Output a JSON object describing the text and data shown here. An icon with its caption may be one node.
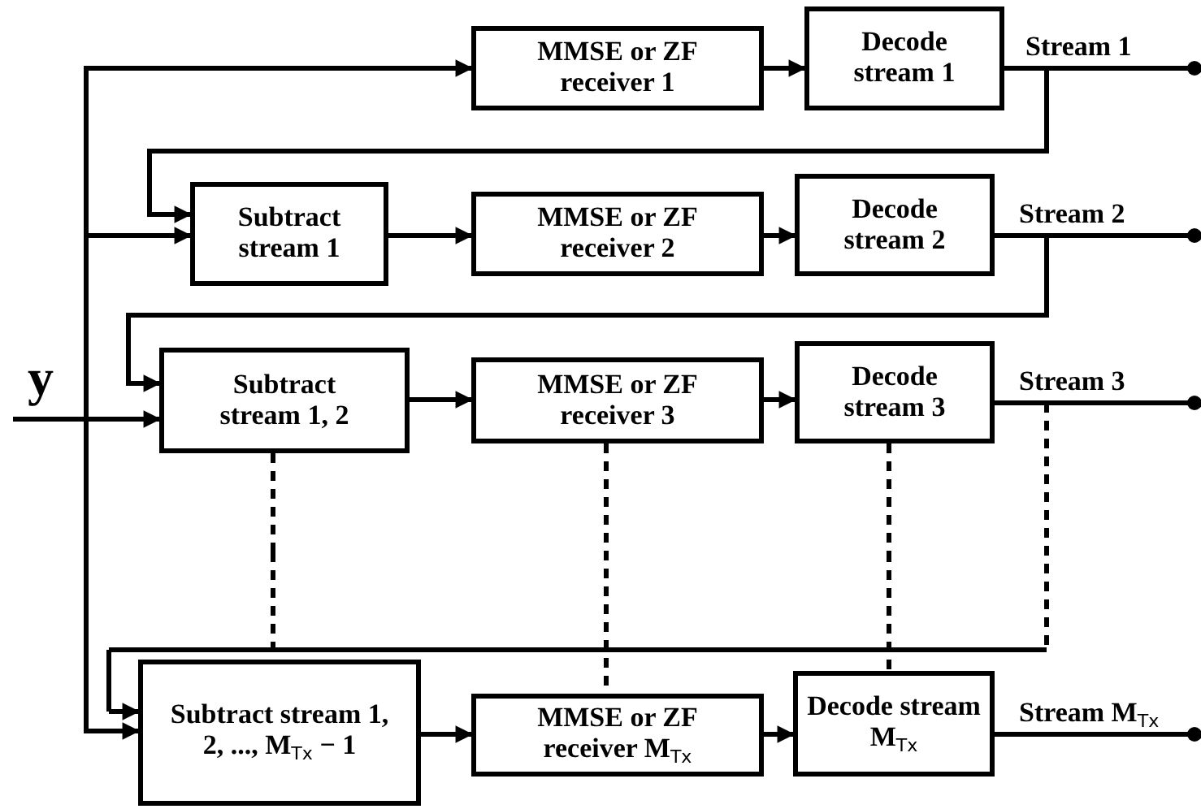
{
  "diagram": {
    "nodes": [
      {
        "text": [
          "y"
        ]
      },
      {
        "text": [
          "MMSE or ZF receiver 1"
        ]
      },
      {
        "text": [
          "Decode stream 1"
        ]
      },
      {
        "text": [
          "Subtract stream 1"
        ]
      },
      {
        "text": [
          "MMSE or ZF receiver 2"
        ]
      },
      {
        "text": [
          "Decode stream 2"
        ]
      },
      {
        "text": [
          "Subtract stream 1, 2"
        ]
      },
      {
        "text": [
          "MMSE or ZF receiver 3"
        ]
      },
      {
        "text": [
          "Decode stream 3"
        ]
      },
      {
        "text": [
          "Subtract stream 1, 2, ..., M$_{Tx}$ − 1"
        ]
      },
      {
        "text": [
          "MMSE or ZF receiver M$_{Tx}$"
        ]
      },
      {
        "text": [
          "Decode stream M$_{Tx}$"
        ]
      }
    ],
    "edges": [
      {
        "from": 0,
        "to": 1,
        "arrow": "to"
      },
      {
        "from": 0,
        "to": 3,
        "arrow": "to"
      },
      {
        "from": 0,
        "to": 6,
        "arrow": "to"
      },
      {
        "from": 0,
        "to": 9,
        "arrow": "to"
      },
      {
        "from": 1,
        "to": 2,
        "arrow": "to"
      },
      {
        "from": 2,
        "to": null,
        "arrow": "other",
        "label": "Stream 1"
      },
      {
        "from": 2,
        "to": 3,
        "arrow": "to"
      },
      {
        "from": 3,
        "to": 4,
        "arrow": "to"
      },
      {
        "from": 4,
        "to": 5,
        "arrow": "to"
      },
      {
        "from": 5,
        "to": null,
        "arrow": "other",
        "label": "Stream 2"
      },
      {
        "from": 5,
        "to": 6,
        "arrow": "to"
      },
      {
        "from": 6,
        "to": 7,
        "arrow": "to"
      },
      {
        "from": 7,
        "to": 8,
        "arrow": "to"
      },
      {
        "from": 8,
        "to": null,
        "arrow": "other",
        "label": "Stream 3"
      },
      {
        "from": 8,
        "to": 9,
        "arrow": "to",
        "style": "dashed"
      },
      {
        "from": 9,
        "to": 10,
        "arrow": "to"
      },
      {
        "from": 10,
        "to": 11,
        "arrow": "to"
      },
      {
        "from": 11,
        "to": null,
        "arrow": "other",
        "label": "Stream M$_{Tx}$"
      },
      {
        "from": 6,
        "to": 9,
        "arrow": "none",
        "style": "dashed"
      },
      {
        "from": 7,
        "to": 10,
        "arrow": "none",
        "style": "dashed"
      },
      {
        "from": 8,
        "to": 11,
        "arrow": "none",
        "style": "dashed"
      }
    ]
  }
}
